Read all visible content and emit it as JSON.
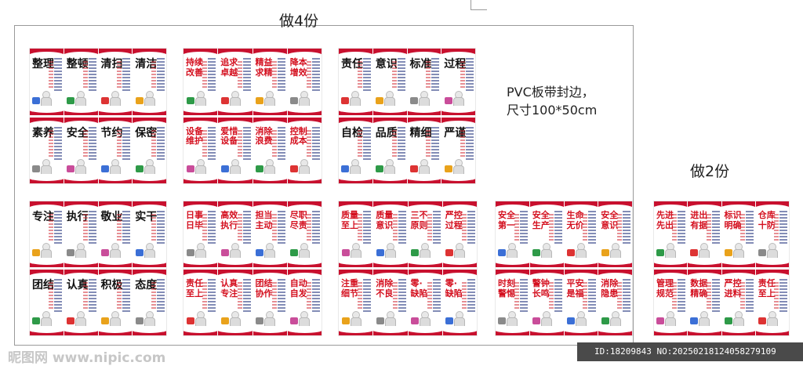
{
  "labels": {
    "make4": "做4份",
    "make2": "做2份",
    "pvc_line1": "PVC板带封边，",
    "pvc_line2": "尺寸100*50cm"
  },
  "colors": {
    "accent": "#c8102e",
    "title_red": "#d40f1e",
    "title_black": "#111111"
  },
  "groups": [
    {
      "name": "group-5s",
      "rows": [
        [
          "整理",
          "整顿",
          "清扫",
          "清洁"
        ],
        [
          "素养",
          "安全",
          "节约",
          "保密"
        ]
      ],
      "title_style": "black"
    },
    {
      "name": "group-improve",
      "rows": [
        [
          "持续\n改善",
          "追求\n卓越",
          "精益\n求精",
          "降本\n增效"
        ],
        [
          "设备\n维护",
          "爱惜\n设备",
          "消除\n浪费",
          "控制\n成本"
        ]
      ],
      "title_style": "red"
    },
    {
      "name": "group-quality-attitude",
      "rows": [
        [
          "责任",
          "意识",
          "标准",
          "过程"
        ],
        [
          "自检",
          "品质",
          "精细",
          "严谨"
        ]
      ],
      "title_style": "black"
    },
    {
      "name": "group-work-attitude",
      "rows": [
        [
          "专注",
          "执行",
          "敬业",
          "实干"
        ],
        [
          "团结",
          "认真",
          "积极",
          "态度"
        ]
      ],
      "title_style": "black"
    },
    {
      "name": "group-responsibility",
      "rows": [
        [
          "日事\n日毕",
          "高效\n执行",
          "担当\n主动",
          "尽职\n尽责"
        ],
        [
          "责任\n至上",
          "认真\n专注",
          "团结\n协作",
          "自动\n自发"
        ]
      ],
      "title_style": "red"
    },
    {
      "name": "group-quality",
      "rows": [
        [
          "质量\n至上",
          "质量\n意识",
          "三不\n原则",
          "严控\n过程"
        ],
        [
          "注重\n细节",
          "消除\n不良",
          "零·\n缺陷",
          "零·\n缺陷"
        ]
      ],
      "title_style": "red"
    },
    {
      "name": "group-safety",
      "rows": [
        [
          "安全\n第一",
          "安全\n生产",
          "生命\n无价",
          "安全\n意识"
        ],
        [
          "时刻\n警惕",
          "警钟\n长鸣",
          "平安\n是福",
          "消除\n隐患"
        ]
      ],
      "title_style": "red"
    },
    {
      "name": "group-warehouse",
      "rows": [
        [
          "先进\n先出",
          "进出\n有据",
          "标识\n明确",
          "仓库\n十防"
        ],
        [
          "管理\n规范",
          "数据\n精确",
          "严控\n进料",
          "责任\n至上"
        ]
      ],
      "title_style": "red"
    }
  ],
  "footer": {
    "watermark": "昵图网 www.nipic.com",
    "id_text": "ID:18209843 NO:20250218124058279109"
  }
}
